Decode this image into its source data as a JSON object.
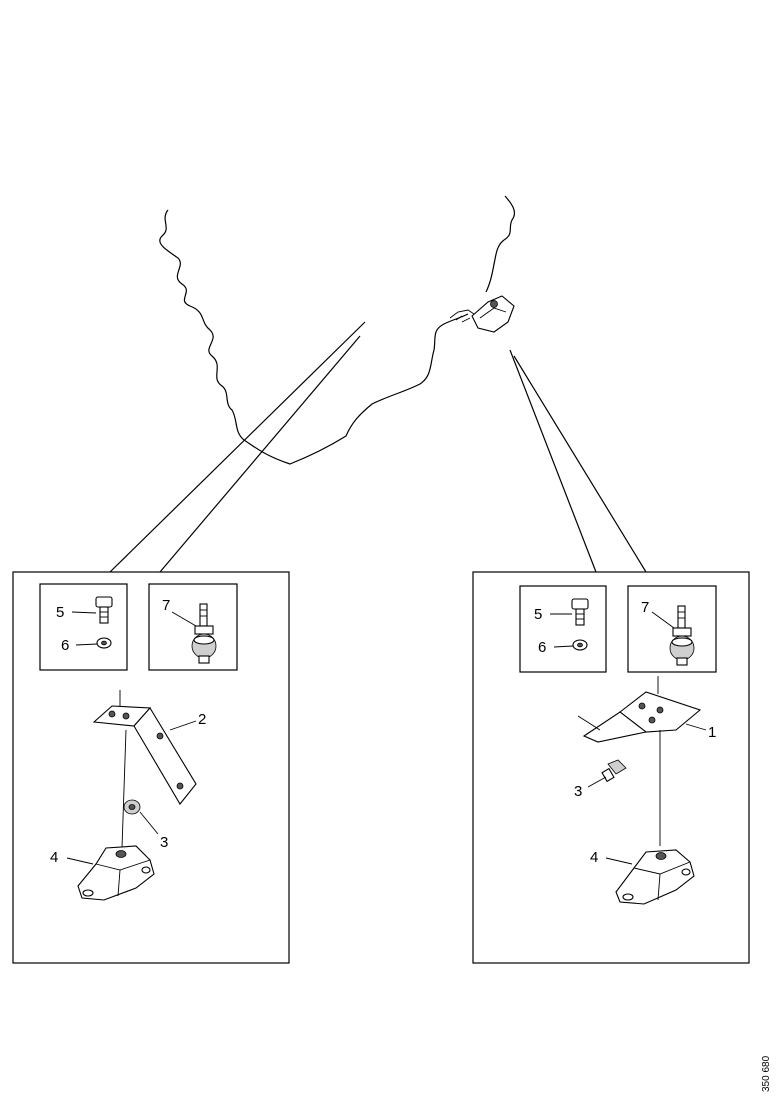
{
  "document_number": "350 680",
  "left_detail": {
    "callouts": {
      "c5": "5",
      "c6": "6",
      "c7": "7",
      "c2": "2",
      "c3": "3",
      "c4": "4"
    }
  },
  "right_detail": {
    "callouts": {
      "c5": "5",
      "c6": "6",
      "c7": "7",
      "c1": "1",
      "c3": "3",
      "c4": "4"
    }
  }
}
